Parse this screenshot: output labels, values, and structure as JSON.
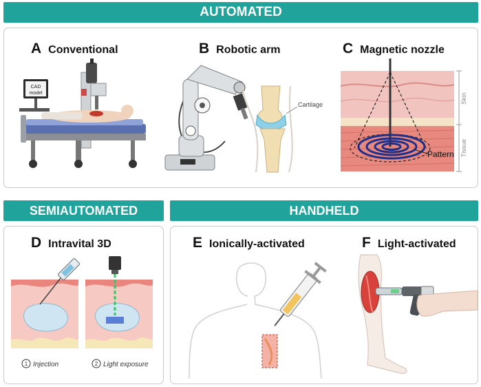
{
  "banners": {
    "automated": "AUTOMATED",
    "semiautomated": "SEMIAUTOMATED",
    "handheld": "HANDHELD"
  },
  "panels": {
    "a": {
      "letter": "A",
      "title": "Conventional",
      "screen_text": "CAD\nmodel"
    },
    "b": {
      "letter": "B",
      "title": "Robotic arm",
      "callout": "Cartilage"
    },
    "c": {
      "letter": "C",
      "title": "Magnetic nozzle",
      "callout": "Pattern",
      "side_labels": [
        "Skin",
        "Tissue"
      ]
    },
    "d": {
      "letter": "D",
      "title": "Intravital 3D",
      "steps": [
        {
          "number": "1",
          "label": "Injection"
        },
        {
          "number": "2",
          "label": "Light exposure"
        }
      ]
    },
    "e": {
      "letter": "E",
      "title": "Ionically-activated"
    },
    "f": {
      "letter": "F",
      "title": "Light-activated"
    }
  },
  "colors": {
    "banner": "#1fa39a",
    "skin": "#f2c4c0",
    "tissue": "#e8897f",
    "pattern": "#1d2f8a",
    "gel": "#cfe6f2",
    "light_beam": "#3cc46a"
  }
}
